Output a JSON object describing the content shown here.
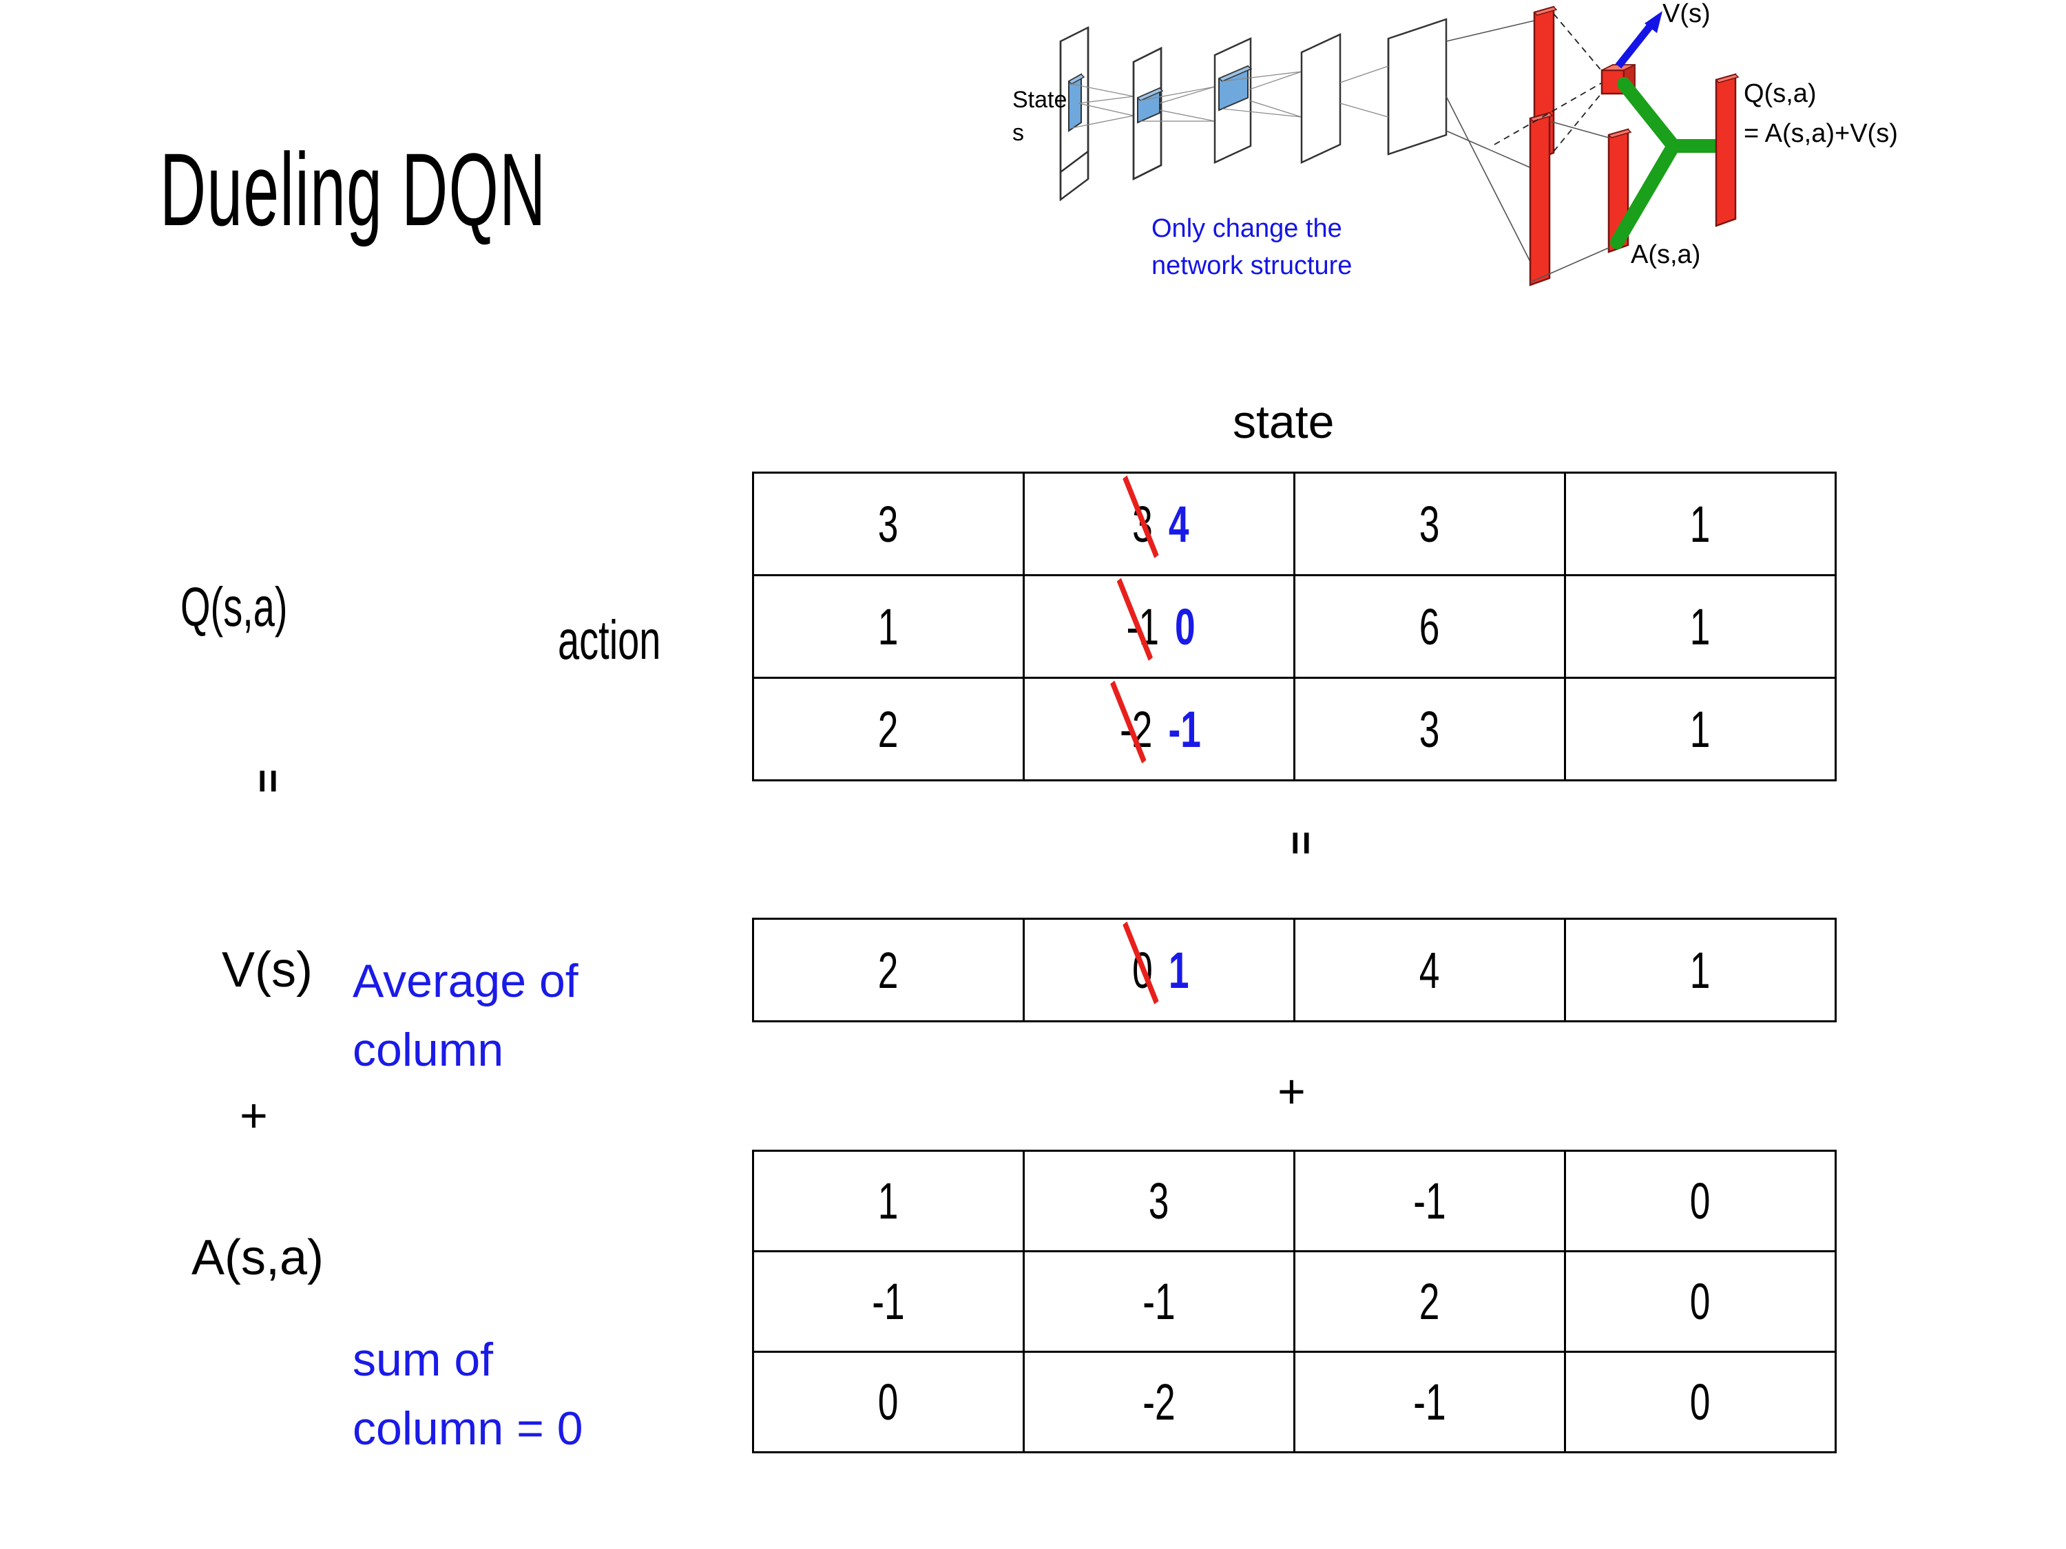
{
  "slide": {
    "title": "Dueling DQN"
  },
  "diagram": {
    "state_label_line1": "State",
    "state_label_line2": "s",
    "note_line1": "Only change the",
    "note_line2": "network structure",
    "v_label": "V(s)",
    "a_label": "A(s,a)",
    "q_label_line1": "Q(s,a)",
    "q_label_line2": "= A(s,a)+V(s)",
    "colors": {
      "note": "#1414e6",
      "arrow": "#1414e6",
      "bars": "#ee3124",
      "merge": "#1aa01a",
      "input_block": "#6fa8dc"
    }
  },
  "labels": {
    "q_table": "Q(s,a)",
    "action_axis": "action",
    "state_axis": "state",
    "equals_top": "=",
    "equals_mid": "=",
    "v_label": "V(s)",
    "v_note_line1": "Average of",
    "v_note_line2": "column",
    "plus_left": "+",
    "plus_mid": "+",
    "a_label": "A(s,a)",
    "a_note_line1": "sum of",
    "a_note_line2": "column = 0"
  },
  "colors": {
    "highlight_new": "#1a1ae8",
    "strike": "#e8201c",
    "note_text": "#1a1ae8",
    "grid": "#000000"
  },
  "chart_data": {
    "type": "table",
    "title": "Dueling DQN value decomposition",
    "xlabel": "state",
    "ylabel": "action",
    "tables": [
      {
        "name": "Q(s,a)",
        "rows": [
          [
            {
              "value": "3"
            },
            {
              "value": "3",
              "struck": true,
              "new_value": "4"
            },
            {
              "value": "3"
            },
            {
              "value": "1"
            }
          ],
          [
            {
              "value": "1"
            },
            {
              "value": "-1",
              "struck": true,
              "new_value": "0"
            },
            {
              "value": "6"
            },
            {
              "value": "1"
            }
          ],
          [
            {
              "value": "2"
            },
            {
              "value": "-2",
              "struck": true,
              "new_value": "-1"
            },
            {
              "value": "3"
            },
            {
              "value": "1"
            }
          ]
        ]
      },
      {
        "name": "V(s)",
        "rows": [
          [
            {
              "value": "2"
            },
            {
              "value": "0",
              "struck": true,
              "new_value": "1"
            },
            {
              "value": "4"
            },
            {
              "value": "1"
            }
          ]
        ]
      },
      {
        "name": "A(s,a)",
        "rows": [
          [
            {
              "value": "1"
            },
            {
              "value": "3"
            },
            {
              "value": "-1"
            },
            {
              "value": "0"
            }
          ],
          [
            {
              "value": "-1"
            },
            {
              "value": "-1"
            },
            {
              "value": "2"
            },
            {
              "value": "0"
            }
          ],
          [
            {
              "value": "0"
            },
            {
              "value": "-2"
            },
            {
              "value": "-1"
            },
            {
              "value": "0"
            }
          ]
        ]
      }
    ]
  }
}
